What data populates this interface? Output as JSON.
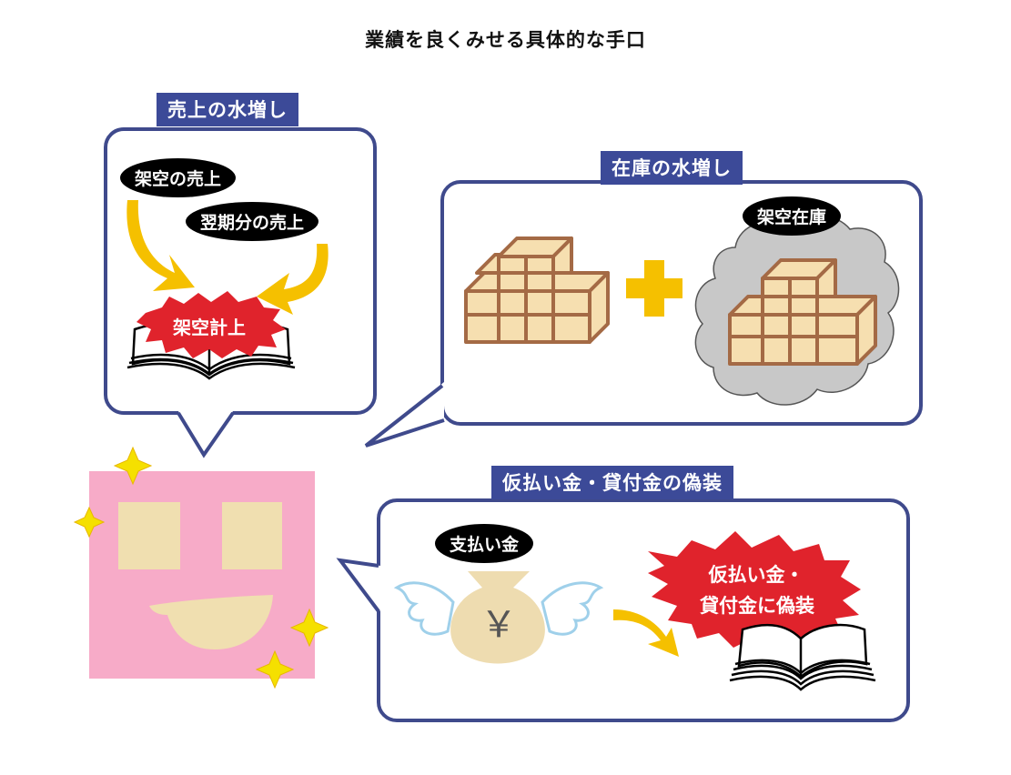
{
  "title": "業績を良くみせる具体的な手口",
  "sales": {
    "tag": "売上の水増し",
    "fictitious_sales": "架空の売上",
    "next_period_sales": "翌期分の売上",
    "burst": "架空計上"
  },
  "inventory": {
    "tag": "在庫の水増し",
    "fictitious_inventory": "架空在庫"
  },
  "suspense": {
    "tag": "仮払い金・貸付金の偽装",
    "payment": "支払い金",
    "yen_symbol": "￥",
    "burst_line1": "仮払い金・",
    "burst_line2": "貸付金に偽装"
  },
  "colors": {
    "bubble_border": "#3f4a8c",
    "tag_bg": "#3c4a98",
    "arrow_yellow": "#f5c000",
    "burst_red": "#e0232c",
    "face_pink": "#f7abc8",
    "face_beige": "#f0dfb0",
    "box_fill": "#f6dfb0",
    "box_stroke": "#a46a45",
    "cloud_gray": "#c8c8c8"
  }
}
